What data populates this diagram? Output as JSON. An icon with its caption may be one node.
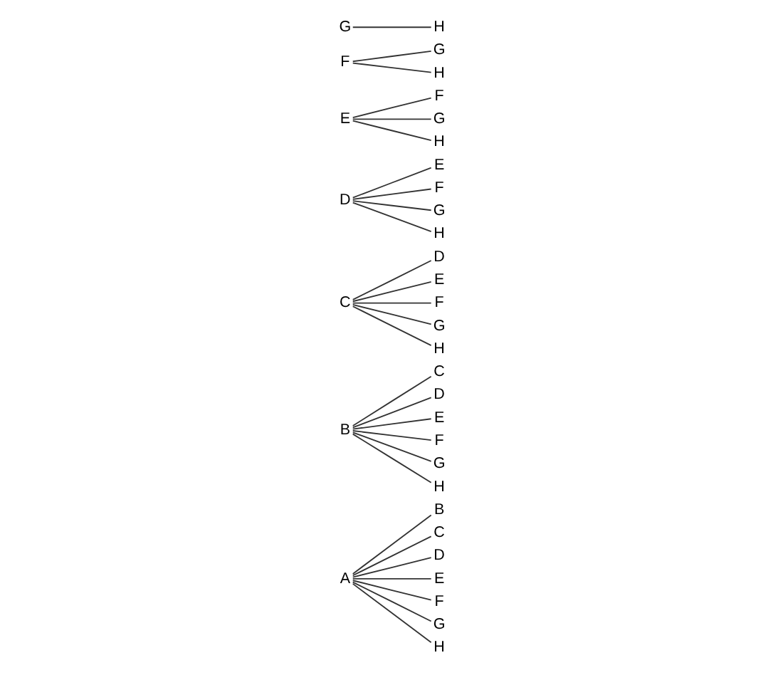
{
  "diagram": {
    "nodes": [
      {
        "text": [
          "A"
        ]
      },
      {
        "text": [
          "B"
        ]
      },
      {
        "text": [
          "C"
        ]
      },
      {
        "text": [
          "D"
        ]
      },
      {
        "text": [
          "E"
        ]
      },
      {
        "text": [
          "F"
        ]
      },
      {
        "text": [
          "G"
        ]
      },
      {
        "text": [
          "H"
        ]
      },
      {
        "text": [
          "B"
        ]
      },
      {
        "text": [
          "C"
        ]
      },
      {
        "text": [
          "D"
        ]
      },
      {
        "text": [
          "E"
        ]
      },
      {
        "text": [
          "F"
        ]
      },
      {
        "text": [
          "G"
        ]
      },
      {
        "text": [
          "H"
        ]
      },
      {
        "text": [
          "C"
        ]
      },
      {
        "text": [
          "D"
        ]
      },
      {
        "text": [
          "E"
        ]
      },
      {
        "text": [
          "F"
        ]
      },
      {
        "text": [
          "G"
        ]
      },
      {
        "text": [
          "H"
        ]
      },
      {
        "text": [
          "D"
        ]
      },
      {
        "text": [
          "E"
        ]
      },
      {
        "text": [
          "F"
        ]
      },
      {
        "text": [
          "G"
        ]
      },
      {
        "text": [
          "H"
        ]
      },
      {
        "text": [
          "E"
        ]
      },
      {
        "text": [
          "F"
        ]
      },
      {
        "text": [
          "G"
        ]
      },
      {
        "text": [
          "H"
        ]
      },
      {
        "text": [
          "F"
        ]
      },
      {
        "text": [
          "G"
        ]
      },
      {
        "text": [
          "H"
        ]
      },
      {
        "text": [
          "G"
        ]
      },
      {
        "text": [
          "H"
        ]
      }
    ],
    "edges": [
      {
        "from": 0,
        "to": 1,
        "arrow": "none"
      },
      {
        "from": 0,
        "to": 2,
        "arrow": "none"
      },
      {
        "from": 0,
        "to": 3,
        "arrow": "none"
      },
      {
        "from": 0,
        "to": 4,
        "arrow": "none"
      },
      {
        "from": 0,
        "to": 5,
        "arrow": "none"
      },
      {
        "from": 0,
        "to": 6,
        "arrow": "none"
      },
      {
        "from": 0,
        "to": 7,
        "arrow": "none"
      },
      {
        "from": 8,
        "to": 9,
        "arrow": "none"
      },
      {
        "from": 8,
        "to": 10,
        "arrow": "none"
      },
      {
        "from": 8,
        "to": 11,
        "arrow": "none"
      },
      {
        "from": 8,
        "to": 12,
        "arrow": "none"
      },
      {
        "from": 8,
        "to": 13,
        "arrow": "none"
      },
      {
        "from": 8,
        "to": 14,
        "arrow": "none"
      },
      {
        "from": 15,
        "to": 16,
        "arrow": "none"
      },
      {
        "from": 15,
        "to": 17,
        "arrow": "none"
      },
      {
        "from": 15,
        "to": 18,
        "arrow": "none"
      },
      {
        "from": 15,
        "to": 19,
        "arrow": "none"
      },
      {
        "from": 15,
        "to": 20,
        "arrow": "none"
      },
      {
        "from": 21,
        "to": 22,
        "arrow": "none"
      },
      {
        "from": 21,
        "to": 23,
        "arrow": "none"
      },
      {
        "from": 21,
        "to": 24,
        "arrow": "none"
      },
      {
        "from": 21,
        "to": 25,
        "arrow": "none"
      },
      {
        "from": 26,
        "to": 27,
        "arrow": "none"
      },
      {
        "from": 26,
        "to": 28,
        "arrow": "none"
      },
      {
        "from": 26,
        "to": 29,
        "arrow": "none"
      },
      {
        "from": 30,
        "to": 31,
        "arrow": "none"
      },
      {
        "from": 30,
        "to": 32,
        "arrow": "none"
      },
      {
        "from": 33,
        "to": 34,
        "arrow": "none"
      }
    ]
  }
}
